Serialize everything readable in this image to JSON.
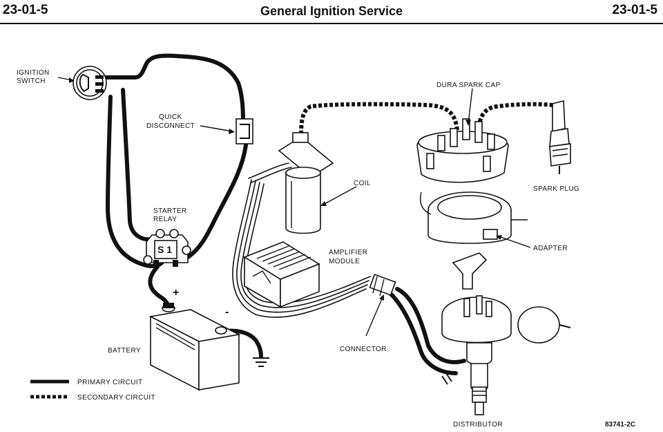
{
  "header": {
    "section_left": "23-01-5",
    "title": "General Ignition Service",
    "section_right": "23-01-5"
  },
  "labels": {
    "ignition_switch_line1": "IGNITION",
    "ignition_switch_line2": "SWITCH",
    "quick_disconnect_line1": "QUICK",
    "quick_disconnect_line2": "DISCONNECT",
    "starter_relay_line1": "STARTER",
    "starter_relay_line2": "RELAY",
    "relay_marking": "S 1",
    "coil": "COIL",
    "amplifier_module_line1": "AMPLIFIER",
    "amplifier_module_line2": "MODULE",
    "dura_spark_cap": "DURA SPARK CAP",
    "spark_plug": "SPARK PLUG",
    "adapter": "ADAPTER",
    "connector": "CONNECTOR",
    "battery": "BATTERY",
    "distributor": "DISTRIBUTOR",
    "positive": "+",
    "negative": "-"
  },
  "legend": {
    "primary": "PRIMARY CIRCUIT",
    "secondary": "SECONDARY CIRCUIT"
  },
  "figure_id": "83741-2C"
}
